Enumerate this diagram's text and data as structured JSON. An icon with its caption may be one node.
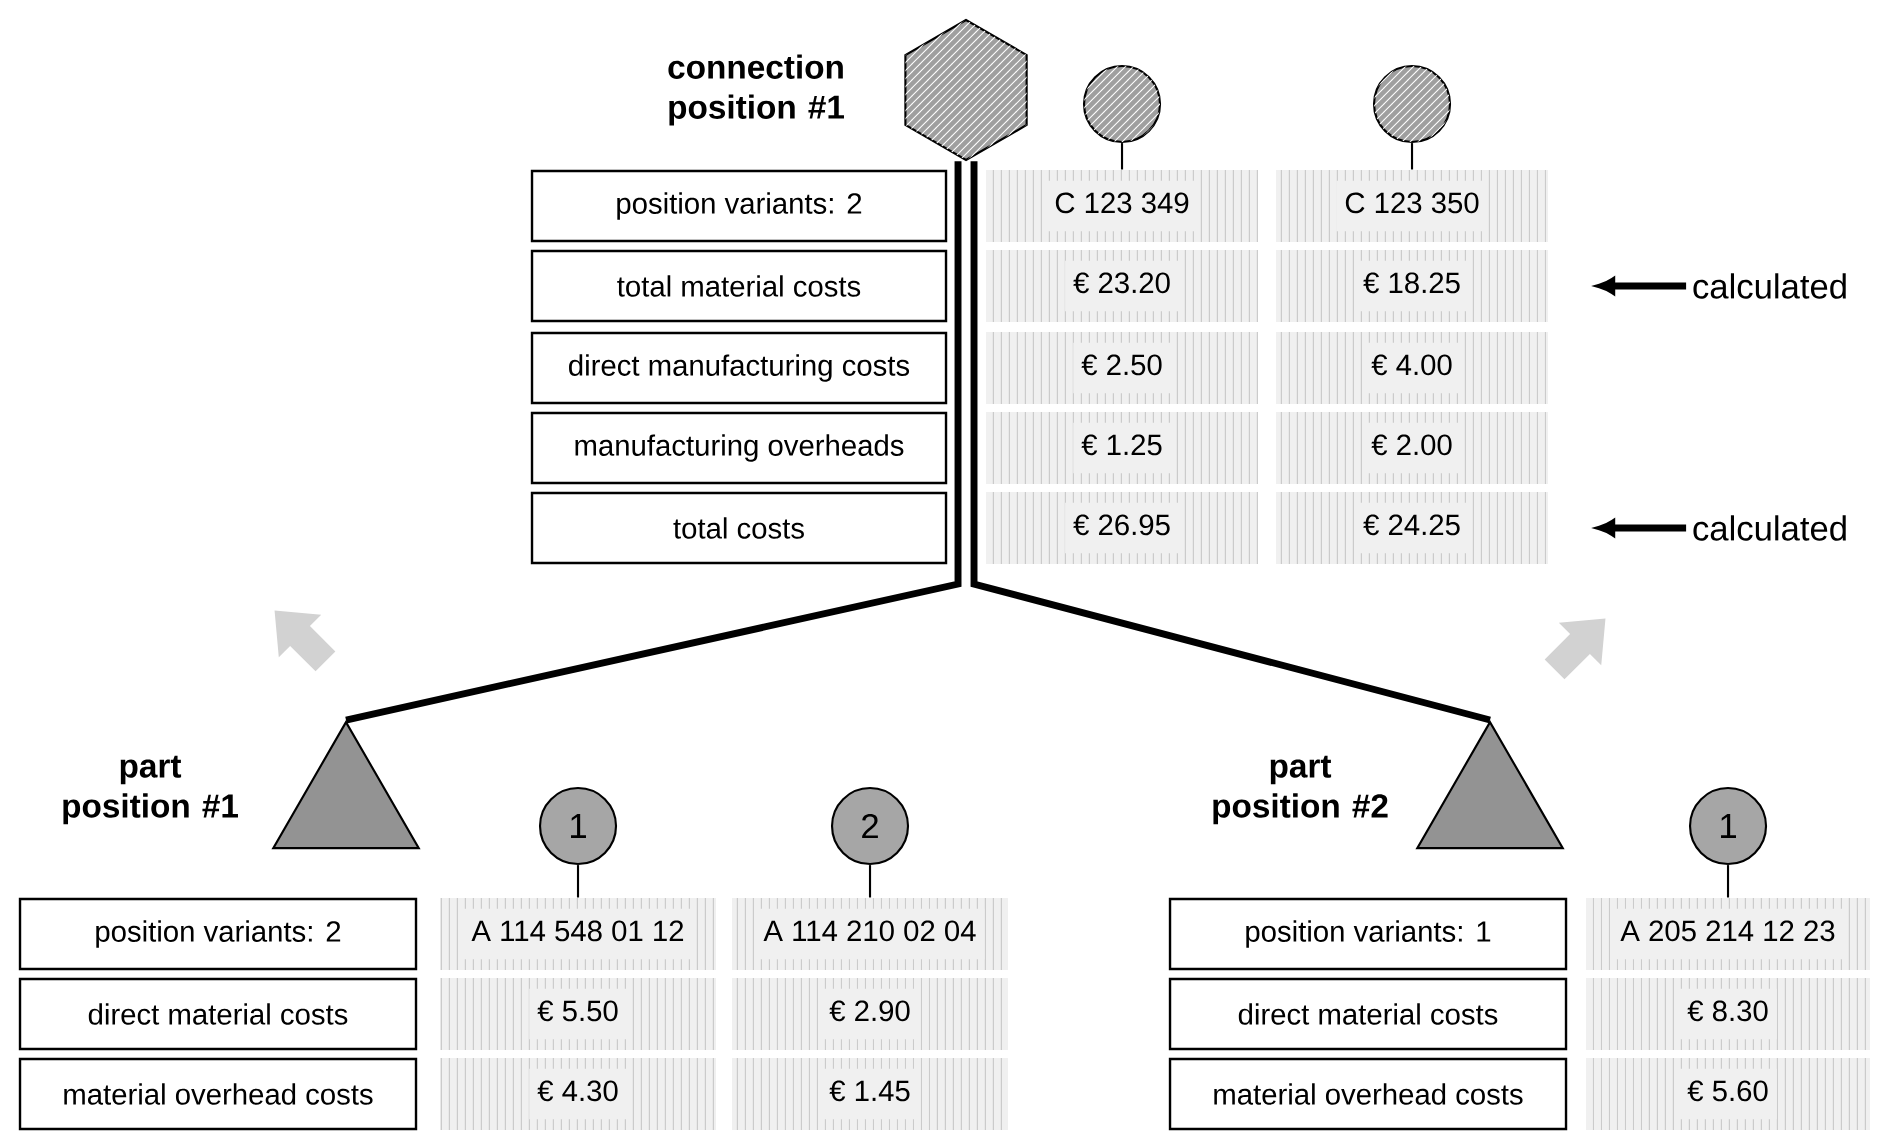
{
  "diagram": {
    "nodes": [
      {
        "text": [],
        "shape": "hexagon",
        "beside": [
          "connection position #1"
        ]
      },
      {
        "text": [],
        "shape": "circle"
      },
      {
        "text": [],
        "shape": "circle"
      },
      {
        "text": [
          "position variants: 2"
        ]
      },
      {
        "text": [
          "C 123 349"
        ]
      },
      {
        "text": [
          "C 123 350"
        ]
      },
      {
        "text": [
          "total material costs"
        ]
      },
      {
        "text": [
          "€ 23.20"
        ]
      },
      {
        "text": [
          "€ 18.25"
        ]
      },
      {
        "text": [
          "calculated"
        ]
      },
      {
        "text": [
          "direct manufacturing costs"
        ]
      },
      {
        "text": [
          "€ 2.50"
        ]
      },
      {
        "text": [
          "€ 4.00"
        ]
      },
      {
        "text": [
          "manufacturing overheads"
        ]
      },
      {
        "text": [
          "€ 1.25"
        ]
      },
      {
        "text": [
          "€ 2.00"
        ]
      },
      {
        "text": [
          "total costs"
        ]
      },
      {
        "text": [
          "€ 26.95"
        ]
      },
      {
        "text": [
          "€ 24.25"
        ]
      },
      {
        "text": [
          "calculated"
        ]
      },
      {
        "text": [],
        "shape": "triangle",
        "beside": [
          "part position #1"
        ]
      },
      {
        "text": [],
        "shape": "triangle",
        "beside": [
          "part position #2"
        ]
      },
      {
        "text": [
          "1"
        ]
      },
      {
        "text": [
          "2"
        ]
      },
      {
        "text": [
          "1"
        ]
      },
      {
        "text": [
          "position variants: 2"
        ]
      },
      {
        "text": [
          "A 114 548 01 12"
        ]
      },
      {
        "text": [
          "A 114 210 02 04"
        ]
      },
      {
        "text": [
          "direct material costs"
        ]
      },
      {
        "text": [
          "€ 5.50"
        ]
      },
      {
        "text": [
          "€ 2.90"
        ]
      },
      {
        "text": [
          "material overhead costs"
        ]
      },
      {
        "text": [
          "€ 4.30"
        ]
      },
      {
        "text": [
          "€ 1.45"
        ]
      },
      {
        "text": [
          "position variants: 1"
        ]
      },
      {
        "text": [
          "A 205 214 12 23"
        ]
      },
      {
        "text": [
          "direct material costs"
        ]
      },
      {
        "text": [
          "€ 8.30"
        ]
      },
      {
        "text": [
          "material overhead costs"
        ]
      },
      {
        "text": [
          "€ 5.60"
        ]
      }
    ],
    "edges": [
      {
        "from": 20,
        "to": 0,
        "arrow": "none",
        "style": "thick"
      },
      {
        "from": 21,
        "to": 0,
        "arrow": "none",
        "style": "thick"
      },
      {
        "from": 1,
        "to": 4,
        "arrow": "none"
      },
      {
        "from": 2,
        "to": 5,
        "arrow": "none"
      },
      {
        "from": 22,
        "to": 26,
        "arrow": "none"
      },
      {
        "from": 23,
        "to": 27,
        "arrow": "none"
      },
      {
        "from": 24,
        "to": 35,
        "arrow": "none"
      },
      {
        "from": 9,
        "to": 8,
        "arrow": "to",
        "style": "thick"
      },
      {
        "from": 19,
        "to": 18,
        "arrow": "to",
        "style": "thick"
      }
    ]
  }
}
